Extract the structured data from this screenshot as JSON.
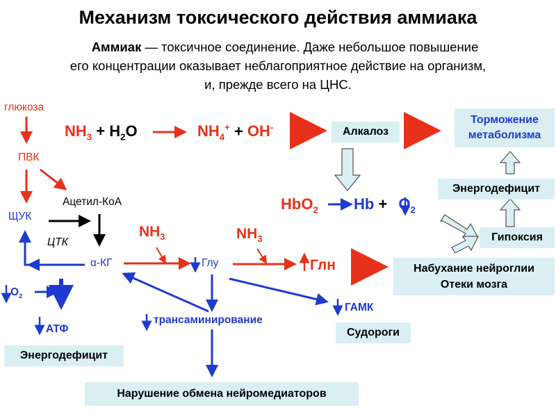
{
  "title": "Механизм токсического действия аммиака",
  "intro": {
    "bold": "Аммиак",
    "line1": " — токсичное соединение. Даже небольшое повышение",
    "line2": "его концентрации оказывает неблагоприятное действие на организм,",
    "line3": "и, прежде всего на ЦНС."
  },
  "pathway": {
    "glucose": "глюкоза",
    "pvk": "ПВК",
    "acetyl_coa": "Ацетил-КоА",
    "shchuk": "ЩУК",
    "ttk": "ЦТК",
    "akg": "α-КГ",
    "glu": "Глу",
    "gln": "Глн",
    "o2": "О",
    "o2_sub": "2",
    "atp": "АТФ",
    "transamination": "трансаминирование",
    "gamk": "ГАМК",
    "nh3_label_1": "NH",
    "nh3_label_1_sub": "3",
    "nh3_label_2": "NH",
    "nh3_label_2_sub": "3"
  },
  "equation": {
    "nh3": "NH",
    "nh3_sub": "3",
    "plus1": " + ",
    "h2o_h": "H",
    "h2o_sub": "2",
    "h2o_o": "O",
    "nh4": "NH",
    "nh4_sub": "4",
    "nh4_sup": "+",
    "plus2": " + ",
    "oh": "OH",
    "oh_sup": "-"
  },
  "hb": {
    "hbo2": "HbO",
    "hbo2_sub": "2",
    "hb": "Hb",
    "plus": " + ",
    "o2": "O",
    "o2_sub": "2"
  },
  "boxes": {
    "alkalosis": "Алкалоз",
    "inhibition_line1": "Торможение",
    "inhibition_line2": "метаболизма",
    "energy_deficit_right": "Энергодефицит",
    "hypoxia": "Гипоксия",
    "swelling_line1": "Набухание нейроглии",
    "swelling_line2": "Отеки мозга",
    "seizures": "Судороги",
    "energy_deficit_left": "Энергодефицит",
    "neurotransmitters": "Нарушение обмена нейромедиаторов"
  },
  "colors": {
    "red": "#e8311a",
    "blue": "#1f3ad1",
    "box_bg": "#d9eff3",
    "box_text_blue": "#1f3ad1"
  }
}
